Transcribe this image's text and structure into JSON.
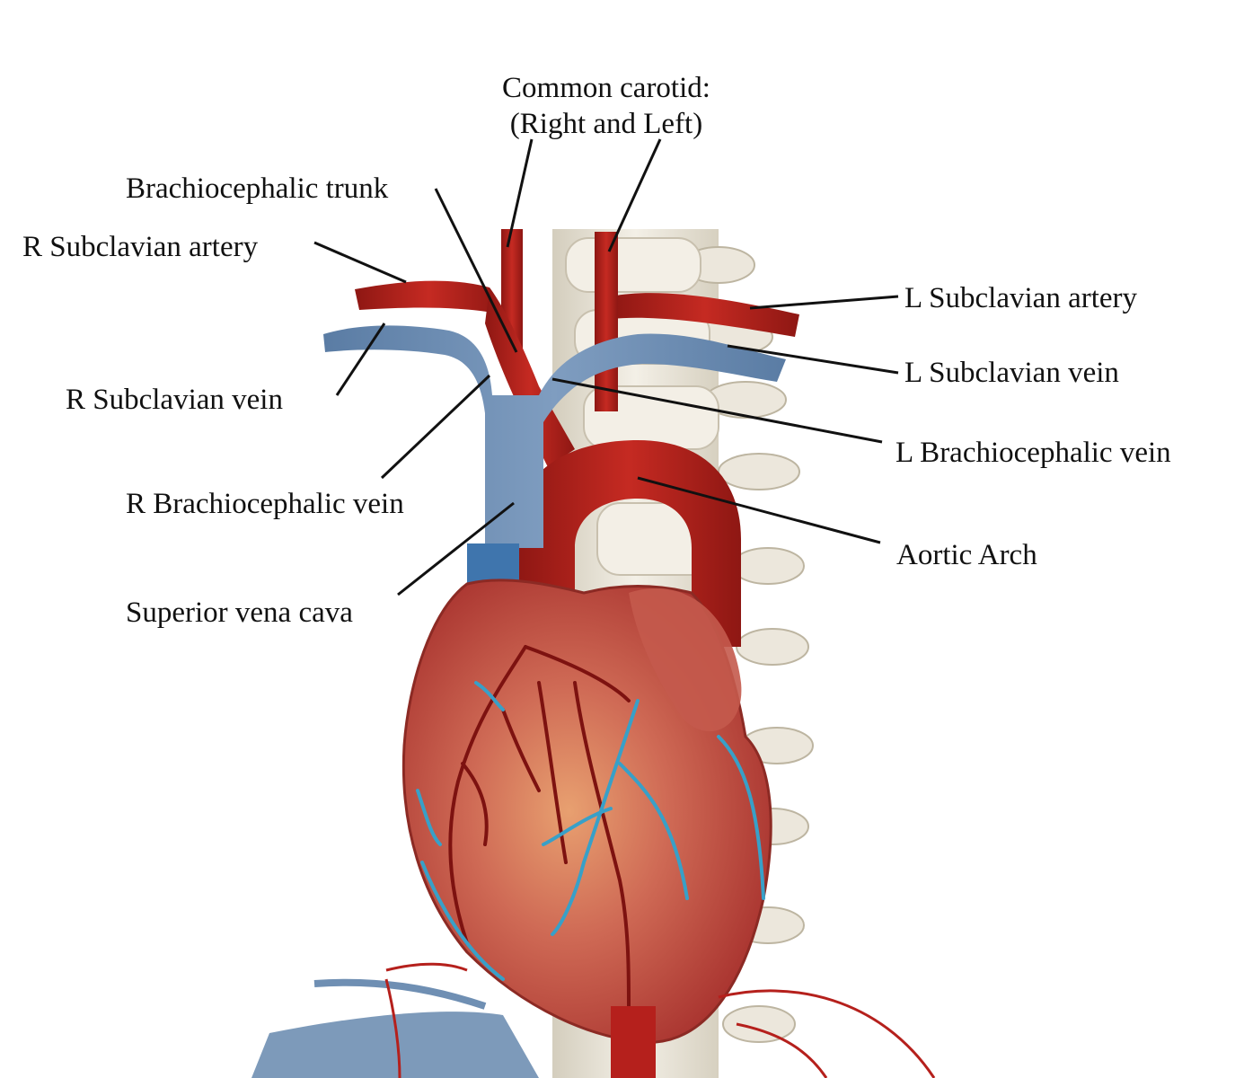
{
  "labels": {
    "common_carotid_line1": "Common carotid:",
    "common_carotid_line2": "(Right and Left)",
    "brachiocephalic_trunk": "Brachiocephalic trunk",
    "r_subclavian_artery": "R Subclavian artery",
    "l_subclavian_artery": "L Subclavian artery",
    "l_subclavian_vein": "L Subclavian vein",
    "r_subclavian_vein": "R Subclavian vein",
    "l_brachiocephalic_vein": "L Brachiocephalic vein",
    "r_brachiocephalic_vein": "R Brachiocephalic vein",
    "aortic_arch": "Aortic Arch",
    "superior_vena_cava": "Superior vena cava"
  },
  "colors": {
    "artery": "#b5201c",
    "artery_dark": "#8a1512",
    "vein": "#6f8fb3",
    "vein_dark": "#4f7199",
    "heart": "#c2504a",
    "heart_light": "#e09a6a",
    "coronary_vein": "#3aa0c8",
    "bone": "#e6e0d2",
    "leader_line": "#111111"
  }
}
